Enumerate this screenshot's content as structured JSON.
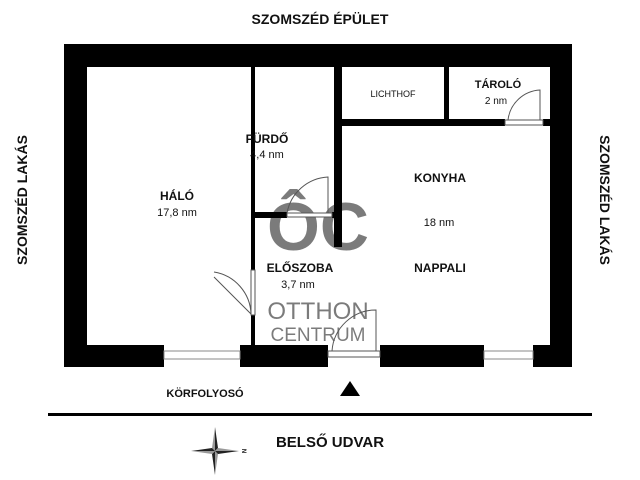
{
  "surroundings": {
    "top": "SZOMSZÉD ÉPÜLET",
    "left": "SZOMSZÉD LAKÁS",
    "right": "SZOMSZÉD LAKÁS",
    "corridor": "KÖRFOLYOSÓ",
    "courtyard": "BELSŐ UDVAR"
  },
  "rooms": {
    "halo": {
      "name": "HÁLÓ",
      "area": "17,8 nm"
    },
    "furdo": {
      "name": "FÜRDŐ",
      "area": "4,4 nm"
    },
    "lichthof": {
      "name": "LICHTHOF"
    },
    "tarolo": {
      "name": "TÁROLÓ",
      "area": "2 nm"
    },
    "konyha": {
      "name": "KONYHA",
      "area": "18 nm",
      "name2": "NAPPALI"
    },
    "eloszoba": {
      "name": "ELŐSZOBA",
      "area": "3,7 nm"
    }
  },
  "compass": {
    "north_label": "N",
    "icon": "compass-rose-icon"
  },
  "entrance_marker": "triangle-up-icon",
  "watermark": {
    "mark": "ÔC",
    "line1": "OTTHON",
    "line2": "CENTRUM"
  },
  "colors": {
    "wall": "#000000",
    "watermark": "#9a9a9a"
  }
}
